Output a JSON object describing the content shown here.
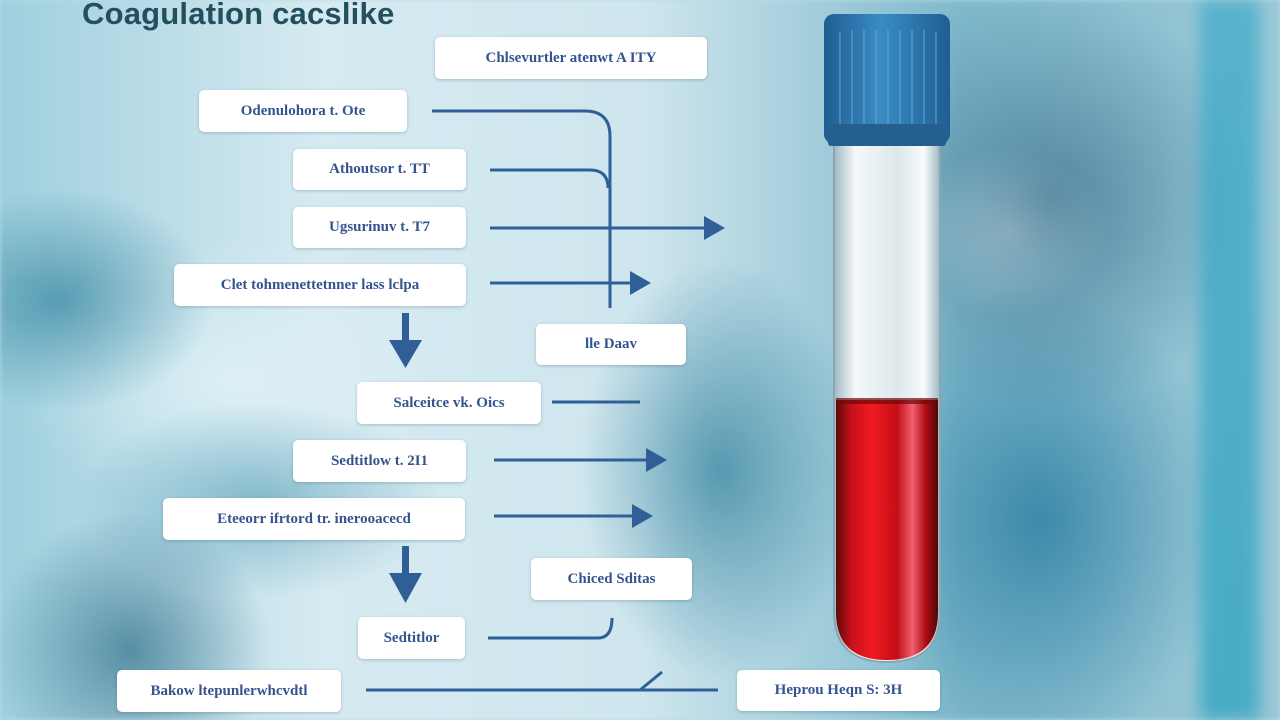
{
  "title": "Coagulation cacslike",
  "boxes": [
    {
      "id": "top-right",
      "label": "Chlsevurtler atenwt A ITY"
    },
    {
      "id": "step-1",
      "label": "Odenulohora t. Ote"
    },
    {
      "id": "step-2",
      "label": "Athoutsor t. TT"
    },
    {
      "id": "step-3",
      "label": "Ugsurinuv t. T7"
    },
    {
      "id": "step-4",
      "label": "Clet tohmenettetnner lass lclpa"
    },
    {
      "id": "side-1",
      "label": "lle Daav"
    },
    {
      "id": "step-5",
      "label": "Salceitce vk. Oics"
    },
    {
      "id": "step-6",
      "label": "Sedtitlow t. 2I1"
    },
    {
      "id": "step-7",
      "label": "Eteeorr ifrtord tr. inerooacecd"
    },
    {
      "id": "side-2",
      "label": "Chiced Sditas"
    },
    {
      "id": "step-8",
      "label": "Sedtitlor"
    },
    {
      "id": "bottom-left",
      "label": "Bakow ltepunlerwhcvdtl"
    },
    {
      "id": "bottom-right",
      "label": "Heprou Heqn S: 3H"
    }
  ],
  "colors": {
    "arrow": "#2f5f96",
    "title": "#234f5f",
    "box_text": "#35548f",
    "tube_cap": "#2f7bb5",
    "blood": "#d0101a"
  },
  "illustration": {
    "test_tube": "blood-collection-tube-icon",
    "background": "blurred-laboratory-photo"
  }
}
